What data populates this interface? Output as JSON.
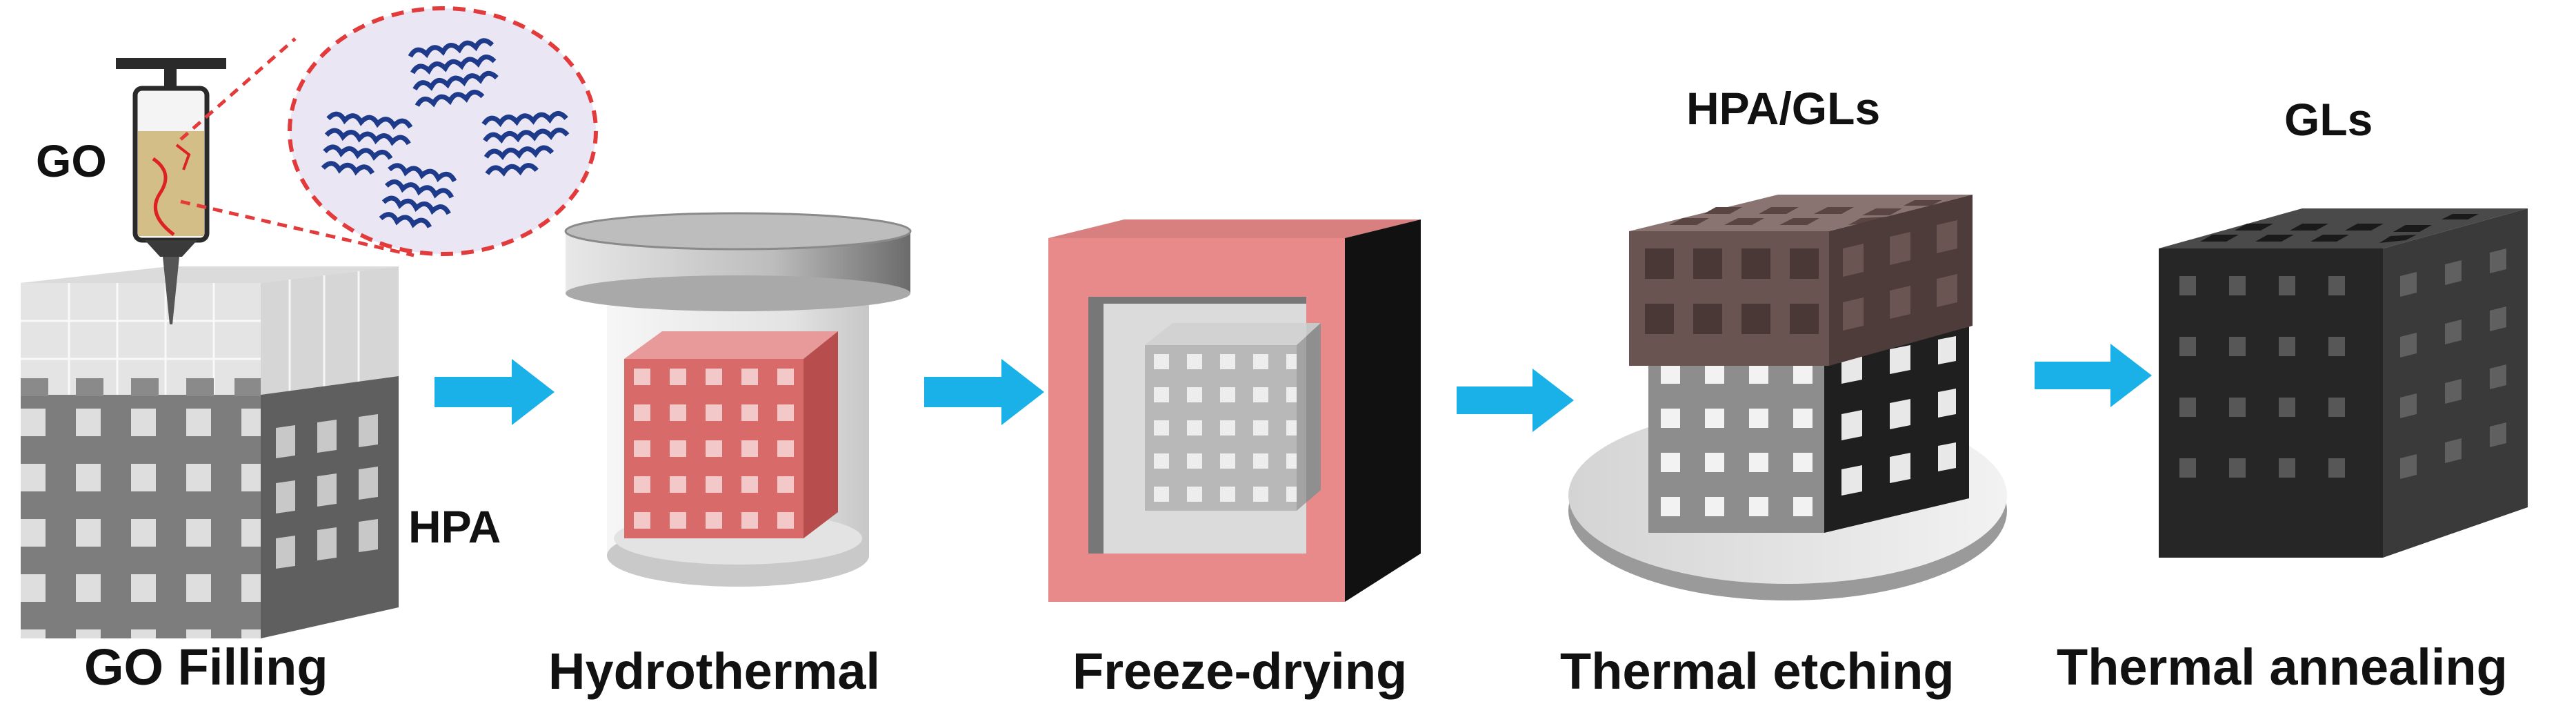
{
  "steps": [
    {
      "caption": "GO Filling"
    },
    {
      "caption": "Hydrothermal"
    },
    {
      "caption": "Freeze-drying"
    },
    {
      "caption": "Thermal etching"
    },
    {
      "caption": "Thermal annealing"
    }
  ],
  "labels": {
    "go": "GO",
    "hpa": "HPA",
    "hpa_gls": "HPA/GLs",
    "gls": "GLs"
  },
  "colors": {
    "arrow": "#1ab0e8",
    "lattice": "#7a7a7a",
    "hydrogel": "#d86464",
    "freezer_frame": "#e88a8a",
    "composite_top": "#6a5452",
    "graphene": "#2b2b2b",
    "sheet_stroke": "#1e3a8a",
    "zoom_dash": "#e33b3b",
    "zoom_fill": "#ebe6f3"
  },
  "icons": [
    "syringe-icon",
    "arrow-right-icon"
  ]
}
